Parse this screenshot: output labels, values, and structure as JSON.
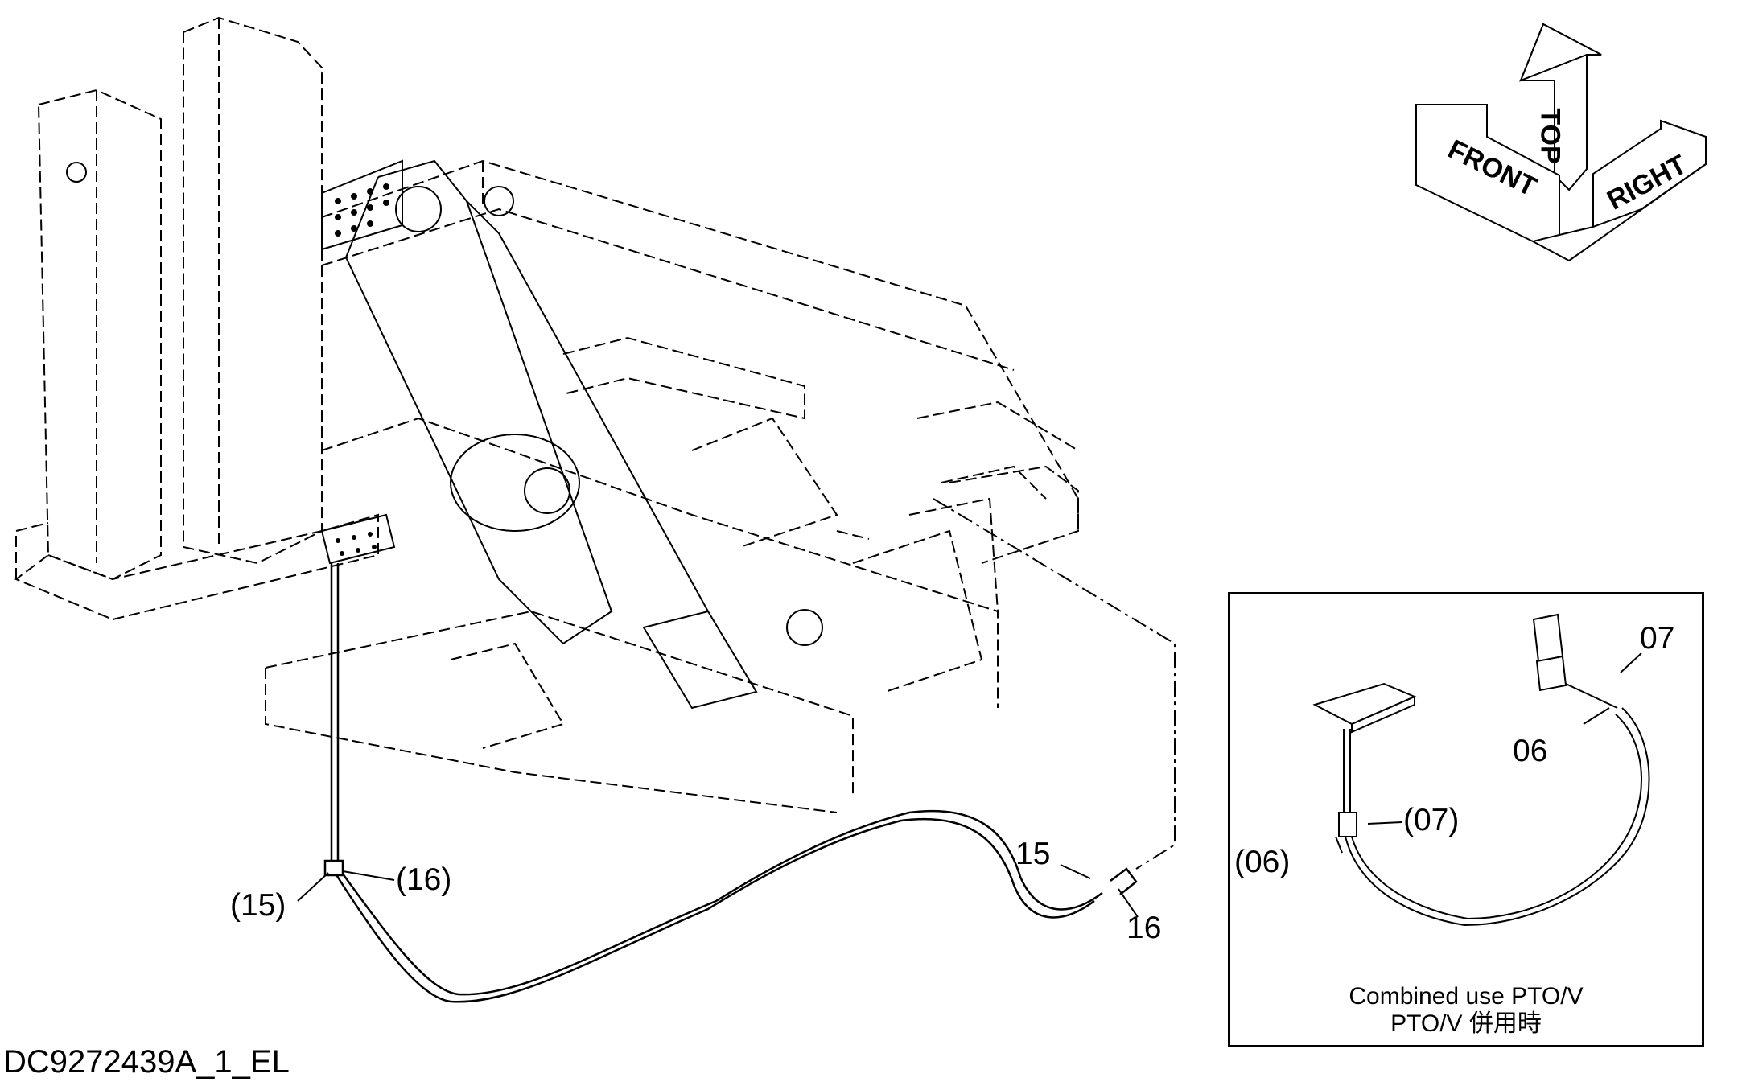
{
  "document_id": "DC9272439A_1_EL",
  "orientation": {
    "front": "FRONT",
    "top": "TOP",
    "right": "RIGHT"
  },
  "main": {
    "callouts": {
      "c15": "15",
      "c16": "16",
      "p15": "(15)",
      "p16": "(16)"
    }
  },
  "inset": {
    "callouts": {
      "c07": "07",
      "c06": "06",
      "p07": "(07)",
      "p06": "(06)"
    },
    "caption_en": "Combined use PTO/V",
    "caption_jp": "PTO/V 併用時"
  }
}
